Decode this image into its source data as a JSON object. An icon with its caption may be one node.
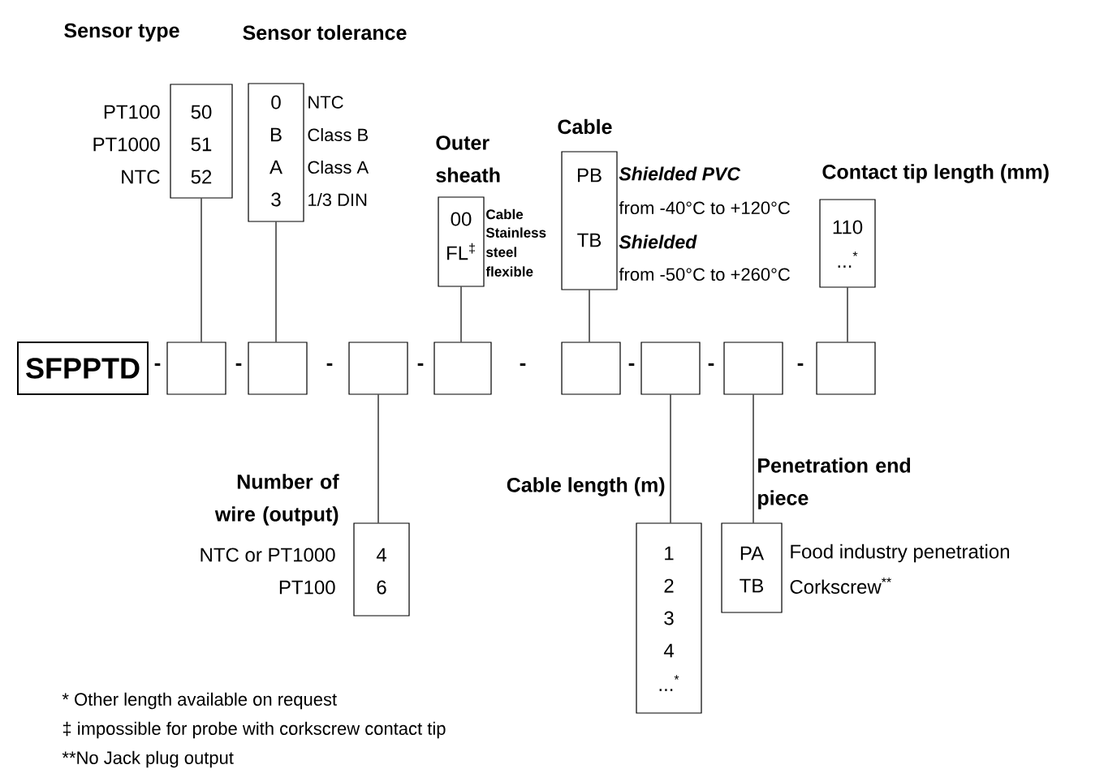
{
  "diagram": {
    "nodes": [
      {
        "text": [
          "SFPPTD"
        ]
      },
      {
        "text": [],
        "shape": "box"
      },
      {
        "text": [],
        "shape": "box"
      },
      {
        "text": [],
        "shape": "box"
      },
      {
        "text": [],
        "shape": "box"
      },
      {
        "text": [],
        "shape": "box"
      },
      {
        "text": [],
        "shape": "box"
      },
      {
        "text": [],
        "shape": "box"
      },
      {
        "text": [],
        "shape": "box"
      },
      {
        "text": [
          "Sensor type",
          "50",
          "51",
          "52"
        ],
        "beside": [
          "PT100",
          "PT1000",
          "NTC"
        ]
      },
      {
        "text": [
          "Sensor tolerance",
          "0",
          "B",
          "A",
          "3"
        ],
        "beside": [
          "NTC",
          "Class B",
          "Class A",
          "1/3 DIN"
        ]
      },
      {
        "text": [
          "Outer sheath",
          "00",
          "FL$^{‡}$"
        ],
        "beside": [
          "Cable",
          "Stainless steel flexible"
        ]
      },
      {
        "text": [
          "Cable",
          "PB",
          "TB"
        ],
        "beside": [
          "Shielded PVC",
          "from -40°C to +120°C",
          "Shielded",
          "from -50°C to +260°C"
        ]
      },
      {
        "text": [
          "Contact tip length (mm)",
          "110",
          "...$^{*}$"
        ]
      },
      {
        "text": [
          "Number of wire (output)",
          "4",
          "6"
        ],
        "beside": [
          "NTC or PT1000",
          "PT100"
        ]
      },
      {
        "text": [
          "Cable length (m)",
          "1",
          "2",
          "3",
          "4",
          "...$^{*}$"
        ]
      },
      {
        "text": [
          "Penetration end piece",
          "PA",
          "TB"
        ],
        "beside": [
          "Food industry penetration",
          "Corkscrew$^{**}$"
        ]
      }
    ],
    "edges": [
      {
        "from": 9,
        "to": 1,
        "arrow": "none"
      },
      {
        "from": 10,
        "to": 2,
        "arrow": "none"
      },
      {
        "from": 11,
        "to": 4,
        "arrow": "none"
      },
      {
        "from": 12,
        "to": 5,
        "arrow": "none"
      },
      {
        "from": 13,
        "to": 8,
        "arrow": "none"
      },
      {
        "from": 3,
        "to": 14,
        "arrow": "none"
      },
      {
        "from": 6,
        "to": 15,
        "arrow": "none"
      },
      {
        "from": 7,
        "to": 16,
        "arrow": "none"
      }
    ],
    "labels": [
      "-",
      "-",
      "-",
      "-",
      "-",
      "-",
      "-",
      "-",
      "* Other length available on request",
      "‡ impossible for probe with corkscrew contact tip",
      "**No Jack plug output"
    ]
  }
}
